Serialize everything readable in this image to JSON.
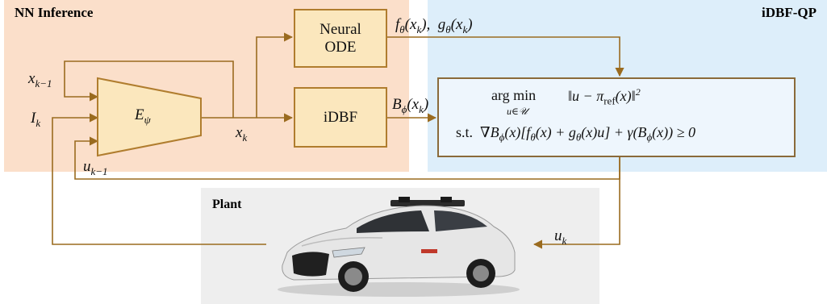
{
  "regions": {
    "nn_inference": "NN Inference",
    "idbf_qp": "iDBF-QP",
    "plant": "Plant"
  },
  "blocks": {
    "neural_ode_line1": "Neural",
    "neural_ode_line2": "ODE",
    "idbf": "iDBF",
    "encoder": "E",
    "encoder_sub": "ψ"
  },
  "signals": {
    "x_km1": "x",
    "x_km1_sub": "k−1",
    "I_k": "I",
    "I_k_sub": "k",
    "u_km1": "u",
    "u_km1_sub": "k−1",
    "x_k": "x",
    "x_k_sub": "k",
    "f_g": "f",
    "B_phi": "B",
    "u_k": "u",
    "u_k_sub": "k"
  },
  "qp": {
    "argmin": "arg min",
    "argmin_sub": "u∈𝒰",
    "objective": "‖u − π",
    "objective_ref": "ref",
    "objective_tail": "(x)‖",
    "objective_sq": "2",
    "constraint_prefix": "s.t.",
    "constraint": "∇B",
    "constraint_full": "(x)[f",
    "constraint_mid": "(x) + g",
    "constraint_mid2": "(x)u] + γ(B",
    "constraint_tail": "(x)) ≥ 0"
  },
  "colors": {
    "nn_bg": "#fbdfca",
    "qp_bg": "#ddeefa",
    "plant_bg": "#eeeeee",
    "box_fill": "#fbe7bd",
    "wire": "#9a6b1f"
  }
}
